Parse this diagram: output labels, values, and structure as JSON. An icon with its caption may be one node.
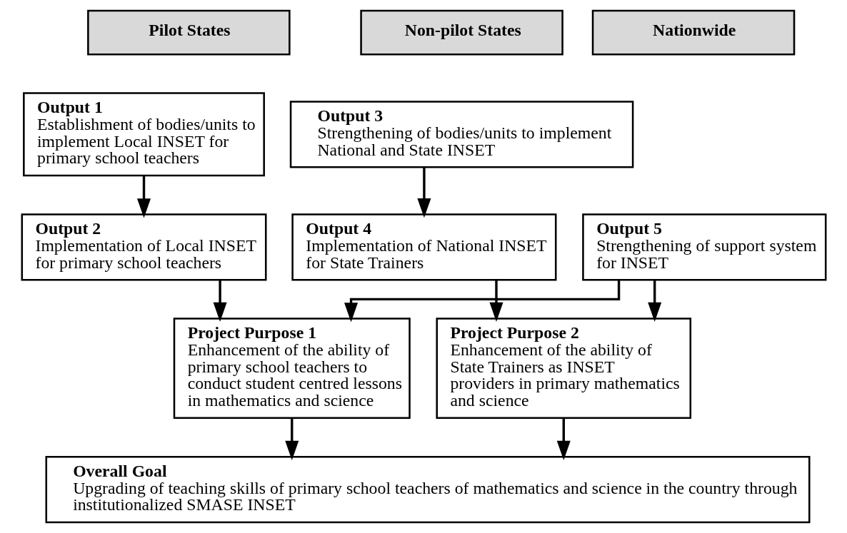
{
  "diagram": {
    "nodes": [
      {
        "text": [
          "Pilot States"
        ]
      },
      {
        "text": [
          "Non-pilot States"
        ]
      },
      {
        "text": [
          "Nationwide"
        ]
      },
      {
        "text": [
          "Output 1",
          "Establishment of bodies/units to implement Local INSET for primary school teachers"
        ]
      },
      {
        "text": [
          "Output 3",
          "Strengthening of bodies/units to implement National and State INSET"
        ]
      },
      {
        "text": [
          "Output 2",
          "Implementation of Local INSET for primary school teachers"
        ]
      },
      {
        "text": [
          "Output 4",
          "Implementation of National INSET for State Trainers"
        ]
      },
      {
        "text": [
          "Output 5",
          "Strengthening of support system for INSET"
        ]
      },
      {
        "text": [
          "Project Purpose 1",
          "Enhancement of the ability of primary school teachers to conduct student centred lessons in mathematics and science"
        ]
      },
      {
        "text": [
          "Project Purpose 2",
          "Enhancement of the ability of State Trainers as INSET providers in primary mathematics and science"
        ]
      },
      {
        "text": [
          "Overall Goal",
          "Upgrading of teaching skills of primary school teachers of mathematics and science in the country through institutionalized SMASE INSET"
        ]
      }
    ],
    "edges": [
      {
        "from": 3,
        "to": 5,
        "arrow": "to"
      },
      {
        "from": 4,
        "to": 6,
        "arrow": "to"
      },
      {
        "from": 5,
        "to": 8,
        "arrow": "to"
      },
      {
        "from": 6,
        "to": 9,
        "arrow": "to"
      },
      {
        "from": 7,
        "to": 8,
        "arrow": "to"
      },
      {
        "from": 7,
        "to": 9,
        "arrow": "to"
      },
      {
        "from": 8,
        "to": 10,
        "arrow": "to"
      },
      {
        "from": 9,
        "to": 10,
        "arrow": "to"
      }
    ]
  }
}
